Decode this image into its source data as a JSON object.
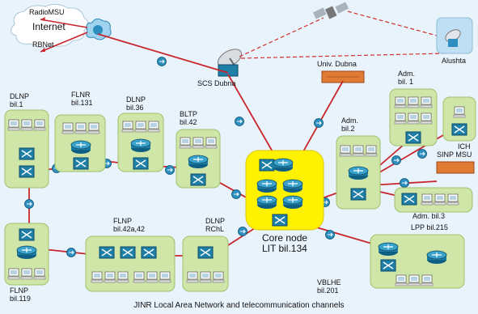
{
  "caption": "JINR Local Area Network and telecommunication channels",
  "labels": {
    "radiomsu": "RadioMSU",
    "internet": "Internet",
    "rbnet": "RBNet",
    "scs_dubna": "SCS Dubna",
    "univ_dubna": "Univ. Dubna",
    "alushta": "Alushta",
    "adm_bil1_line1": "Adm.",
    "adm_bil1_line2": "bil. 1",
    "adm_bil2_line1": "Adm.",
    "adm_bil2_line2": "bil.2",
    "adm_bil3": "Adm. bil.3",
    "ich": "ICH",
    "sinp_msu": "SINP MSU",
    "dlnp1_line1": "DLNP",
    "dlnp1_line2": "bil.1",
    "flnr_line1": "FLNR",
    "flnr_line2": "bil.131",
    "dlnp36_line1": "DLNP",
    "dlnp36_line2": "bil.36",
    "bltp_line1": "BLTP",
    "bltp_line2": "bil.42",
    "flnp42_line1": "FLNP",
    "flnp42_line2": "bil.42a,42",
    "dlnp_rchl_line1": "DLNP",
    "dlnp_rchl_line2": "RChL",
    "core_line1": "Core node",
    "core_line2": "LIT bil.134",
    "lpp": "LPP bil.215",
    "vblhe_line1": "VBLHE",
    "vblhe_line2": "bil.201",
    "flnp119_line1": "FLNP",
    "flnp119_line2": "bil.119"
  },
  "colors": {
    "background": "#e9f3fb",
    "building": "#cfe6a8",
    "core": "#fff200",
    "link": "#c9252c",
    "device": "#1f7fa6",
    "satellite_link": "#d03030",
    "external_box": "#e07b35"
  }
}
